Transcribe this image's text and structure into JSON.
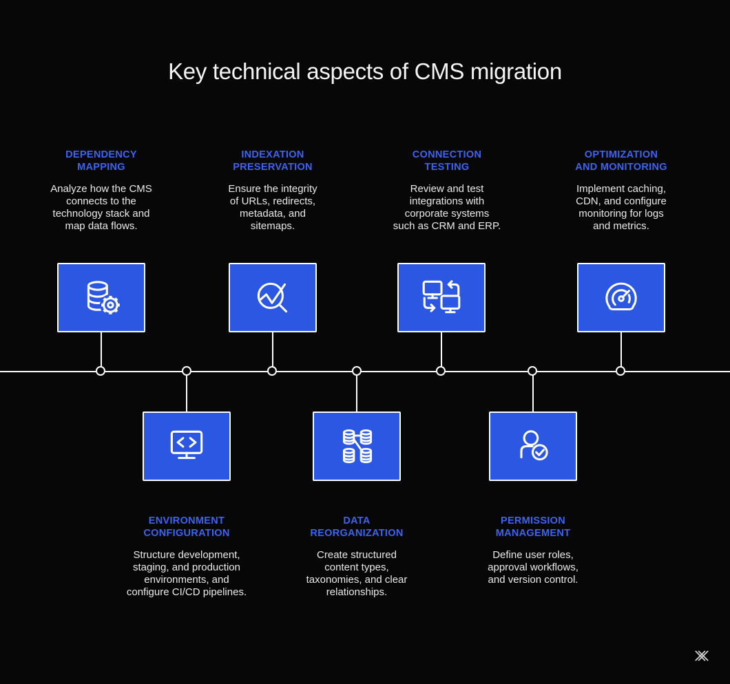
{
  "title": "Key technical aspects of CMS migration",
  "colors": {
    "background": "#070707",
    "box_blue": "#2b57e3",
    "heading_blue": "#3d63f1",
    "body_text": "#eaeaea",
    "line_white": "#ffffff"
  },
  "items": [
    {
      "heading": "DEPENDENCY\nMAPPING",
      "description": "Analyze how the CMS\nconnects to the\ntechnology stack and\nmap data flows.",
      "icon": "database-gear-icon",
      "row": "top"
    },
    {
      "heading": "INDEXATION\nPRESERVATION",
      "description": "Ensure the integrity\nof URLs, redirects,\nmetadata, and\nsitemaps.",
      "icon": "magnifier-trend-icon",
      "row": "top"
    },
    {
      "heading": "CONNECTION\nTESTING",
      "description": "Review and test\nintegrations with\ncorporate systems\nsuch as CRM and ERP.",
      "icon": "systems-sync-icon",
      "row": "top"
    },
    {
      "heading": "OPTIMIZATION\nAND MONITORING",
      "description": "Implement caching,\nCDN, and configure\nmonitoring for logs\nand metrics.",
      "icon": "speedometer-icon",
      "row": "top"
    },
    {
      "heading": "ENVIRONMENT\nCONFIGURATION",
      "description": "Structure development,\nstaging, and production\nenvironments, and\nconfigure CI/CD pipelines.",
      "icon": "code-monitor-icon",
      "row": "bottom"
    },
    {
      "heading": "DATA\nREORGANIZATION",
      "description": "Create structured\ncontent types,\ntaxonomies, and clear\nrelationships.",
      "icon": "linked-databases-icon",
      "row": "bottom"
    },
    {
      "heading": "PERMISSION\nMANAGEMENT",
      "description": "Define user roles,\napproval workflows,\nand version control.",
      "icon": "user-check-icon",
      "row": "bottom"
    }
  ],
  "footer": {
    "logo": "double-x-monogram"
  }
}
